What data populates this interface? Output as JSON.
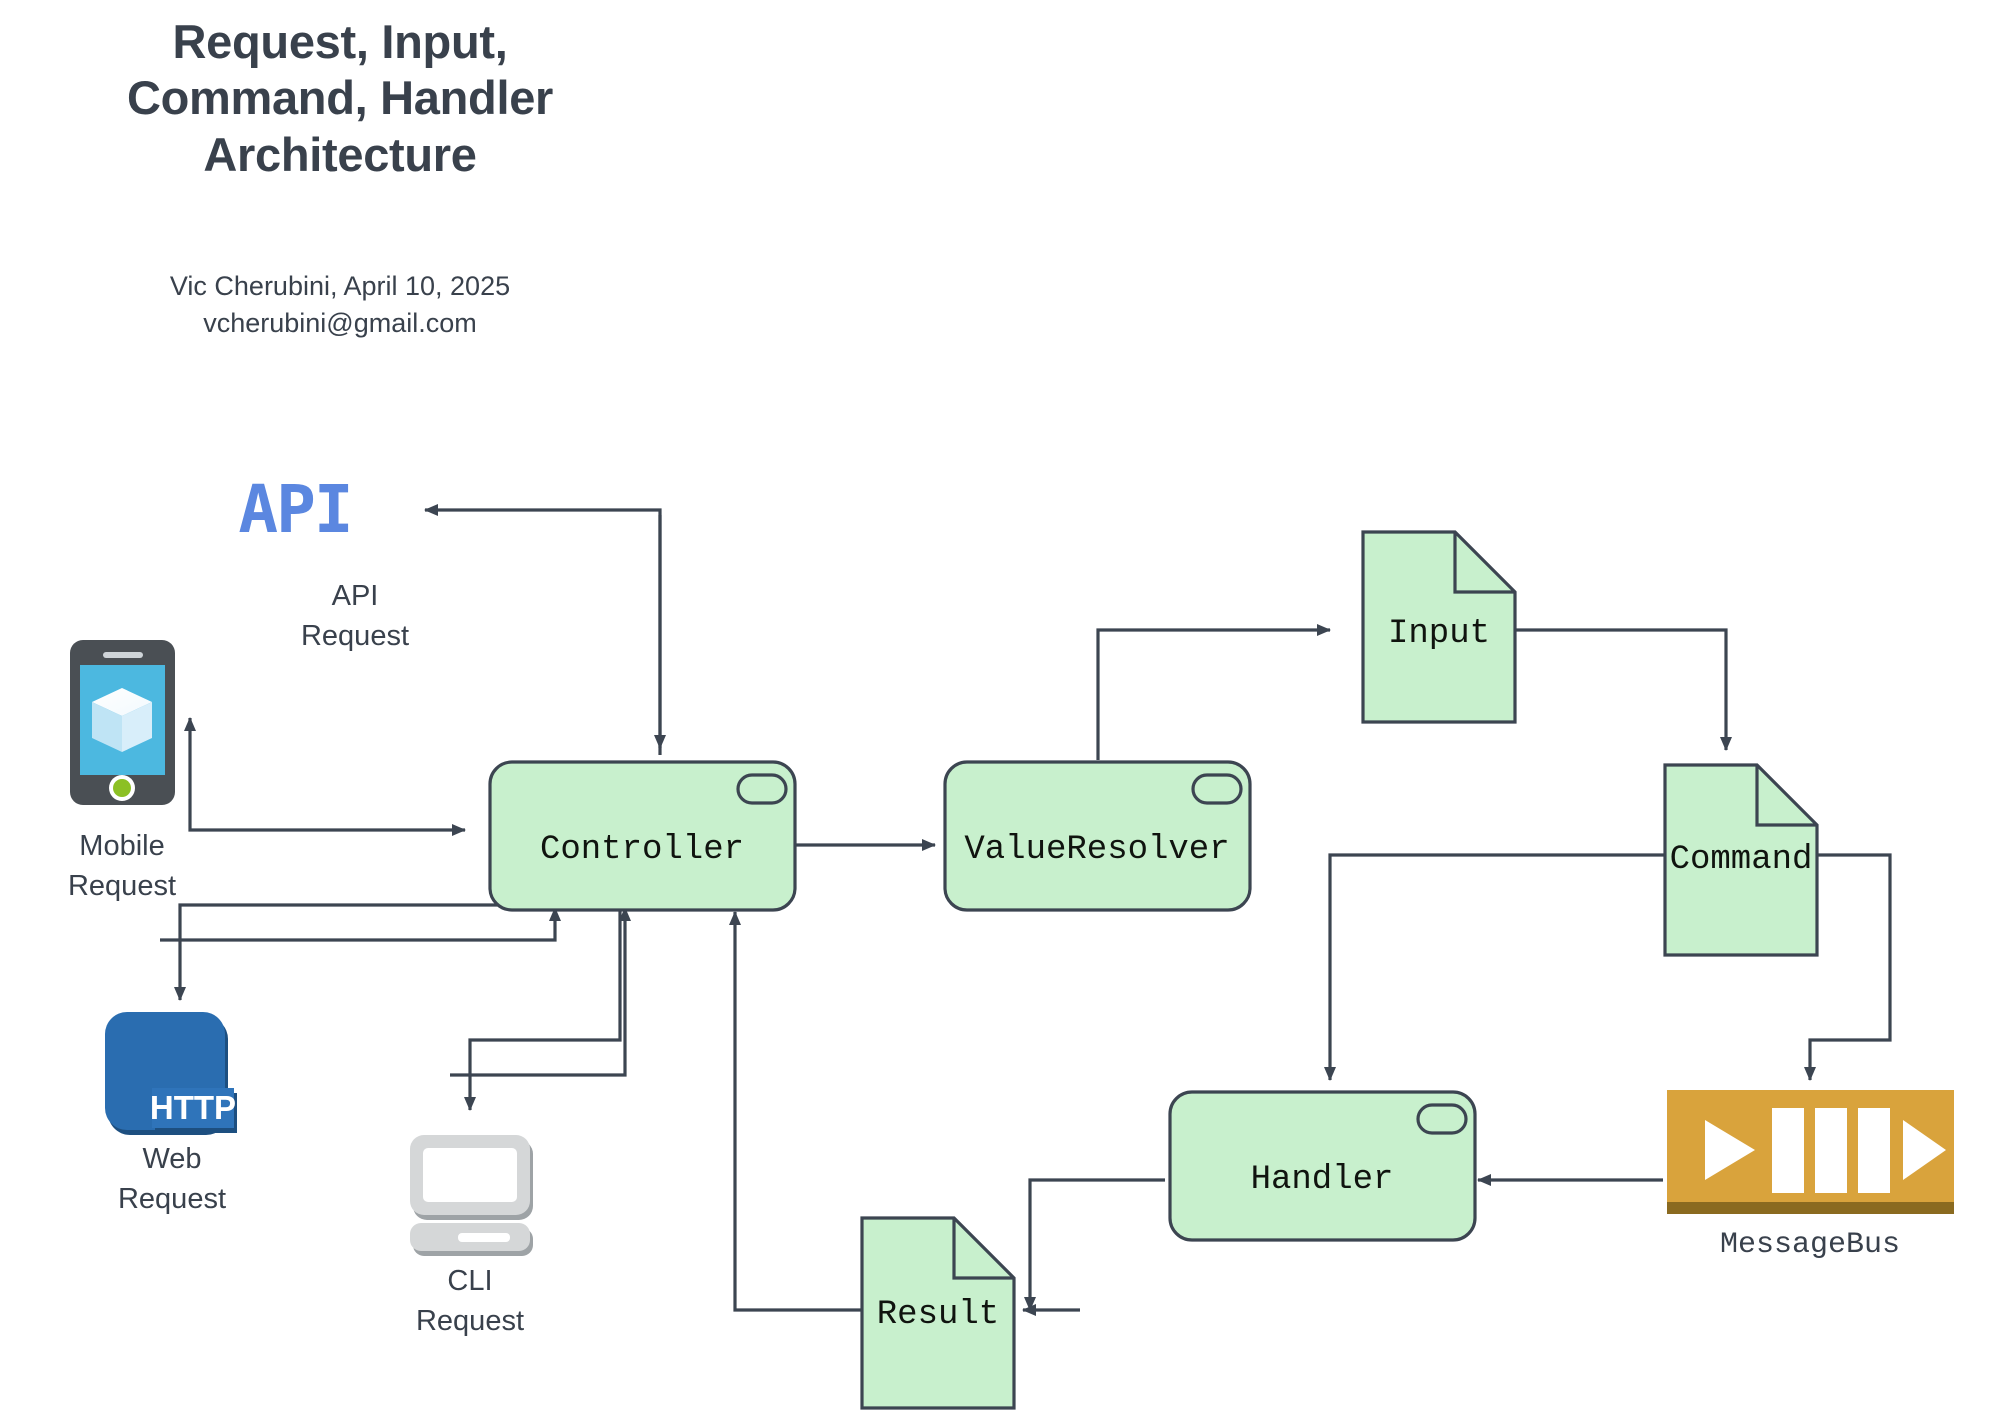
{
  "header": {
    "title_lines": [
      "Request, Input,",
      "Command, Handler",
      "Architecture"
    ],
    "title_text": "Request, Input, Command, Handler Architecture",
    "author_line": "Vic Cherubini, April 10, 2025",
    "email_line": "vcherubini@gmail.com"
  },
  "colors": {
    "component_fill": "#c8f0cd",
    "component_stroke": "#3c4551",
    "edge": "#3c4551",
    "messagebus_fill": "#d9a33c",
    "messagebus_shadow": "#8a6a20",
    "mobile_body": "#4a4f54",
    "mobile_screen": "#4cb8e0",
    "mobile_button": "#8cc024",
    "web_fill": "#2a6db0",
    "web_badge": "#2f74ba",
    "cli_fill": "#d5d7d8",
    "api_blue": "#5b87e0",
    "text": "#39414c"
  },
  "nodes": {
    "api": {
      "label": "API",
      "glyph": "API",
      "caption_lines": [
        "API",
        "Request"
      ],
      "icon": "api-logo-icon"
    },
    "mobile": {
      "caption_lines": [
        "Mobile",
        "Request"
      ],
      "icon": "mobile-phone-icon"
    },
    "web": {
      "badge": "HTTP",
      "caption_lines": [
        "Web",
        "Request"
      ],
      "icon": "http-web-icon"
    },
    "cli": {
      "caption_lines": [
        "CLI",
        "Request"
      ],
      "icon": "cli-terminal-icon"
    },
    "controller": {
      "label": "Controller",
      "shape": "component"
    },
    "value_resolver": {
      "label": "ValueResolver",
      "shape": "component"
    },
    "handler": {
      "label": "Handler",
      "shape": "component"
    },
    "input": {
      "label": "Input",
      "shape": "document"
    },
    "command": {
      "label": "Command",
      "shape": "document"
    },
    "result": {
      "label": "Result",
      "shape": "document"
    },
    "messagebus": {
      "label": "MessageBus",
      "shape": "bus-icon"
    }
  },
  "edges": [
    {
      "from": "controller",
      "to": "api",
      "name": "edge-controller-to-api"
    },
    {
      "from": "controller",
      "to": "mobile",
      "name": "edge-controller-to-mobile"
    },
    {
      "from": "mobile",
      "to": "controller",
      "name": "edge-mobile-to-controller"
    },
    {
      "from": "controller",
      "to": "web",
      "name": "edge-controller-to-web"
    },
    {
      "from": "web",
      "to": "controller",
      "name": "edge-web-to-controller"
    },
    {
      "from": "controller",
      "to": "cli",
      "name": "edge-controller-to-cli"
    },
    {
      "from": "cli",
      "to": "controller",
      "name": "edge-cli-to-controller"
    },
    {
      "from": "controller",
      "to": "value_resolver",
      "name": "edge-controller-to-valueresolver"
    },
    {
      "from": "value_resolver",
      "to": "input",
      "name": "edge-valueresolver-to-input"
    },
    {
      "from": "input",
      "to": "command",
      "name": "edge-input-to-command"
    },
    {
      "from": "command",
      "to": "handler",
      "name": "edge-command-to-handler"
    },
    {
      "from": "command",
      "to": "messagebus",
      "name": "edge-command-to-messagebus"
    },
    {
      "from": "messagebus",
      "to": "handler",
      "name": "edge-messagebus-to-handler"
    },
    {
      "from": "handler",
      "to": "result",
      "name": "edge-handler-to-result"
    },
    {
      "from": "result",
      "to": "controller",
      "name": "edge-result-to-controller"
    }
  ]
}
